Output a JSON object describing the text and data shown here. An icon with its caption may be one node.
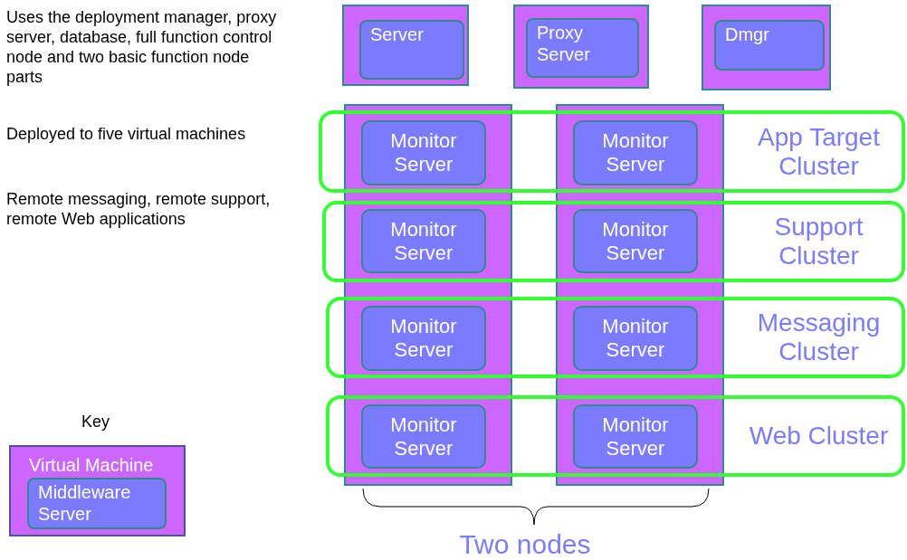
{
  "diagram": {
    "nodes": [
      {
        "text": [],
        "shape": "box"
      },
      {
        "text": [
          "Server"
        ],
        "in": 0
      },
      {
        "text": [],
        "shape": "box"
      },
      {
        "text": [
          "Proxy Server"
        ],
        "in": 2
      },
      {
        "text": [],
        "shape": "box"
      },
      {
        "text": [
          "Dmgr"
        ],
        "in": 4
      },
      {
        "text": [],
        "shape": "box"
      },
      {
        "text": [],
        "shape": "box"
      },
      {
        "text": [
          "App Target Cluster"
        ]
      },
      {
        "text": [
          "Monitor Server"
        ]
      },
      {
        "text": [
          "Monitor Server"
        ]
      },
      {
        "text": [
          "Support Cluster"
        ]
      },
      {
        "text": [
          "Monitor Server"
        ]
      },
      {
        "text": [
          "Monitor Server"
        ]
      },
      {
        "text": [
          "Messaging Cluster"
        ]
      },
      {
        "text": [
          "Monitor Server"
        ]
      },
      {
        "text": [
          "Monitor Server"
        ]
      },
      {
        "text": [
          "Web Cluster"
        ]
      },
      {
        "text": [
          "Monitor Server"
        ]
      },
      {
        "text": [
          "Monitor Server"
        ]
      },
      {
        "text": [
          "Virtual Machine"
        ]
      },
      {
        "text": [
          "Middleware Server"
        ],
        "in": 20
      }
    ],
    "edges": [],
    "labels": [
      "Uses the deployment manager, proxy server, database, full function control node and two basic function node parts",
      "Deployed to five virtual machines",
      "Remote messaging, remote support, remote Web applications",
      "Key",
      "Two nodes"
    ]
  }
}
